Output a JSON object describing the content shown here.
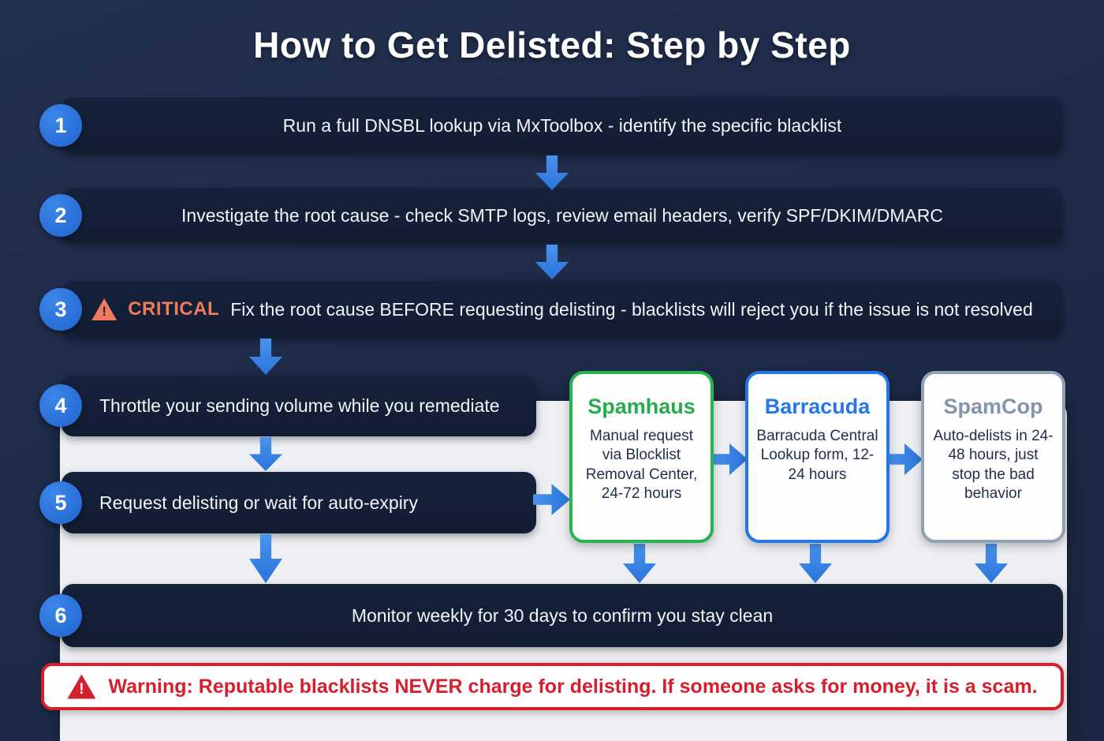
{
  "title": "How to Get Delisted: Step by Step",
  "colors": {
    "background": "#1e2b49",
    "step_bar": "#131e35",
    "panel": "#edeff3",
    "accent_blue": "#2a74dd",
    "critical_orange": "#ef7a5c",
    "warning_red": "#d41f2f",
    "spamhaus_green": "#28b352",
    "barracuda_blue": "#2577e7",
    "spamcop_gray": "#92a0b3"
  },
  "steps": [
    {
      "number": "1",
      "text": "Run a full DNSBL lookup via MxToolbox - identify the specific blacklist"
    },
    {
      "number": "2",
      "text": "Investigate the root cause - check SMTP logs, review email headers, verify SPF/DKIM/DMARC"
    },
    {
      "number": "3",
      "badge": "CRITICAL",
      "text": "Fix the root cause BEFORE requesting delisting - blacklists will reject you if the issue is not resolved"
    },
    {
      "number": "4",
      "text": "Throttle your sending volume while you remediate"
    },
    {
      "number": "5",
      "text": "Request delisting or wait for auto-expiry"
    },
    {
      "number": "6",
      "text": "Monitor weekly for 30 days to confirm you stay clean"
    }
  ],
  "cards": [
    {
      "name": "Spamhaus",
      "description": "Manual request via Blocklist Removal Center, 24-72 hours",
      "accent": "#28b352"
    },
    {
      "name": "Barracuda",
      "description": "Barracuda Central Lookup form, 12-24 hours",
      "accent": "#2577e7"
    },
    {
      "name": "SpamCop",
      "description": "Auto-delists in 24-48 hours, just stop the bad behavior",
      "accent": "#92a0b3"
    }
  ],
  "warning": {
    "icon_glyph": "!",
    "text": "Warning: Reputable blacklists NEVER charge for delisting. If someone asks for money, it is a scam."
  }
}
